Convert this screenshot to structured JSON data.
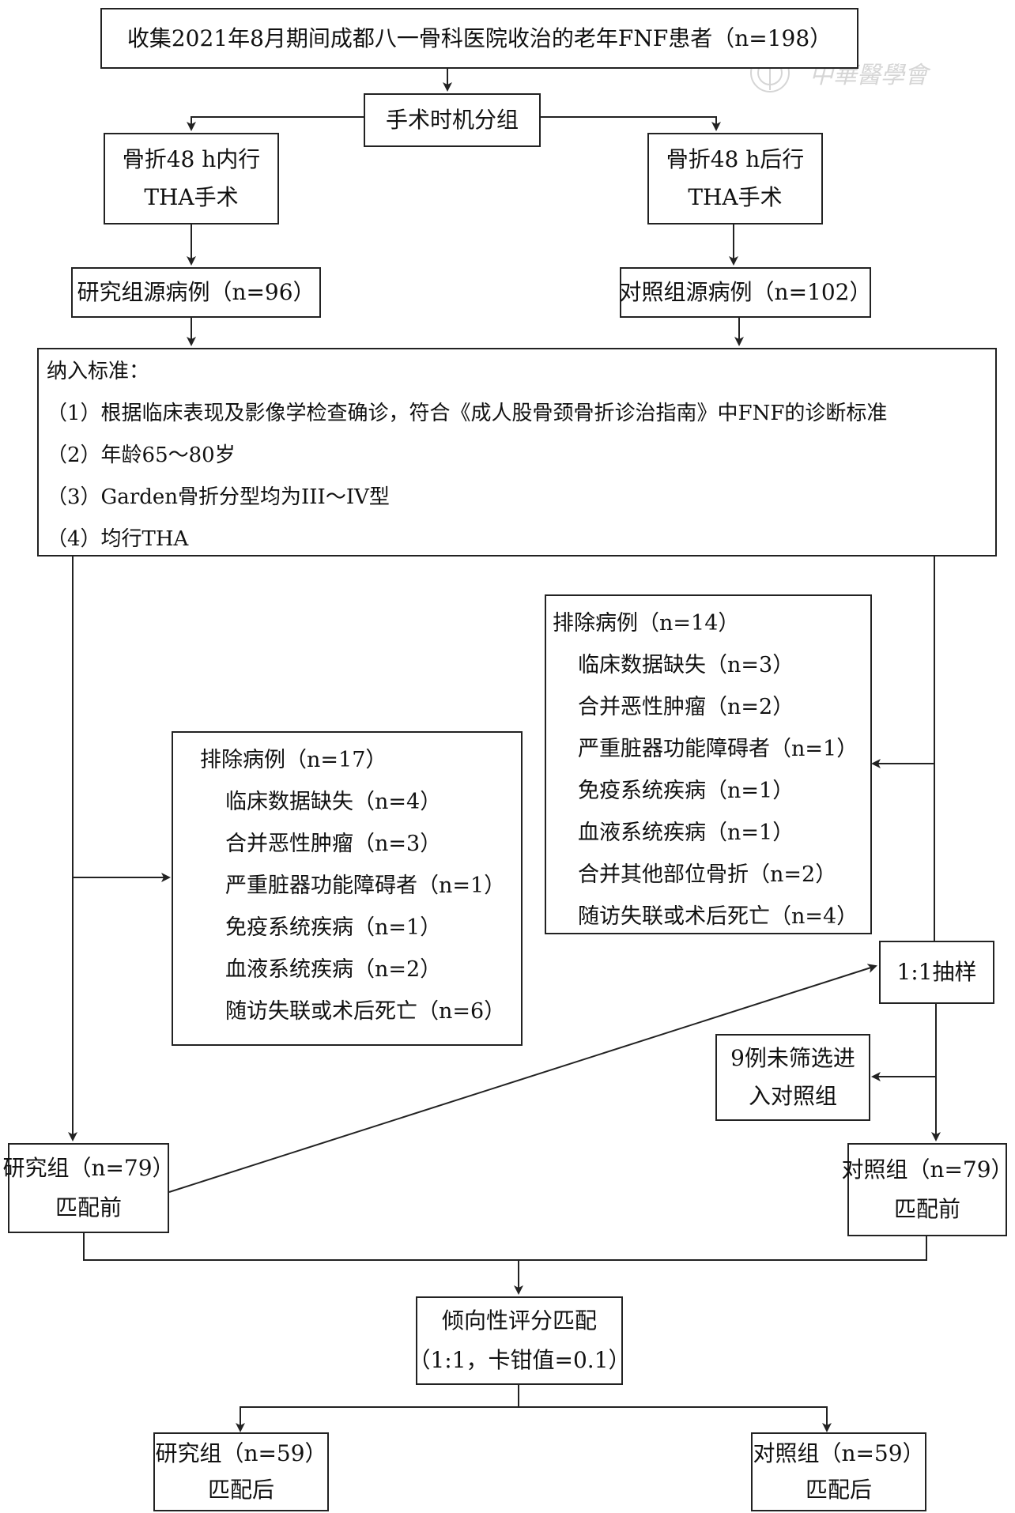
{
  "watermark": "中華醫學會",
  "collect": "收集2021年8月期间成都八一骨科医院收治的老年FNF患者（n=198）",
  "grouping": "手术时机分组",
  "within48": [
    "骨折48 h内行",
    "THA手术"
  ],
  "after48": [
    "骨折48 h后行",
    "THA手术"
  ],
  "study_source": "研究组源病例（n=96）",
  "control_source": "对照组源病例（n=102）",
  "inclusion": {
    "title": "纳入标准：",
    "items": [
      "（1）根据临床表现及影像学检查确诊，符合《成人股骨颈骨折诊治指南》中FNF的诊断标准",
      "（2）年龄65～80岁",
      "（3）Garden骨折分型均为III～IV型",
      "（4）均行THA"
    ]
  },
  "exclude_right": {
    "title": "排除病例（n=14）",
    "items": [
      "临床数据缺失（n=3）",
      "合并恶性肿瘤（n=2）",
      "严重脏器功能障碍者（n=1）",
      "免疫系统疾病（n=1）",
      "血液系统疾病（n=1）",
      "合并其他部位骨折（n=2）",
      "随访失联或术后死亡（n=4）"
    ]
  },
  "exclude_left": {
    "title": "排除病例（n=17）",
    "items": [
      "临床数据缺失（n=4）",
      "合并恶性肿瘤（n=3）",
      "严重脏器功能障碍者（n=1）",
      "免疫系统疾病（n=1）",
      "血液系统疾病（n=2）",
      "随访失联或术后死亡（n=6）"
    ]
  },
  "sampling": "1:1抽样",
  "unscreened": [
    "9例未筛选进",
    "入对照组"
  ],
  "study_pre": [
    "研究组（n=79）",
    "匹配前"
  ],
  "control_pre": [
    "对照组（n=79）",
    "匹配前"
  ],
  "psm": [
    "倾向性评分匹配",
    "（1:1，卡钳值=0.1）"
  ],
  "study_post": [
    "研究组（n=59）",
    "匹配后"
  ],
  "control_post": [
    "对照组（n=59）",
    "匹配后"
  ]
}
